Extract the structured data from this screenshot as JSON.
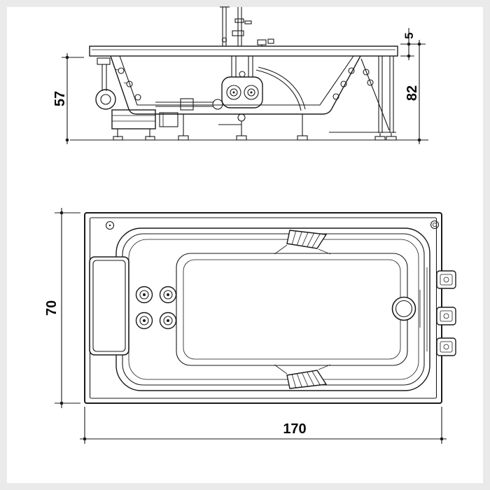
{
  "views": {
    "side": {
      "dims": {
        "rim_thickness": "5",
        "overall_height": "82",
        "body_height": "57"
      }
    },
    "plan": {
      "dims": {
        "width": "70",
        "length": "170"
      }
    }
  },
  "colors": {
    "line": "#1a1a1a",
    "paper": "#ffffff",
    "frame": "#eaeaea"
  }
}
